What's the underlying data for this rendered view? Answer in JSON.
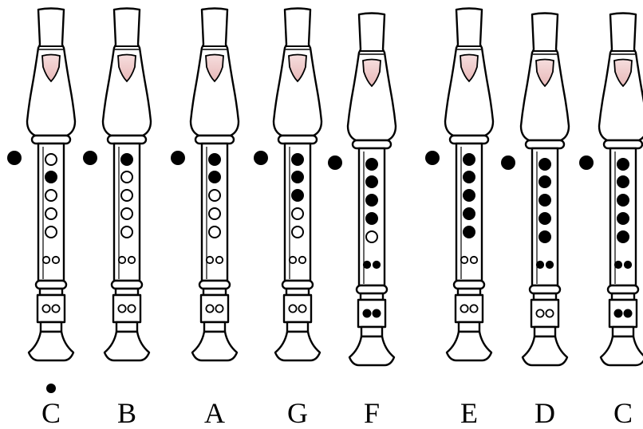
{
  "recorders": [
    {
      "note": "C",
      "high_dot": true,
      "thumb": true,
      "holes": [
        0,
        1,
        0,
        0,
        0
      ],
      "double_low": [
        0,
        0
      ],
      "bell_pair": [
        0,
        0
      ]
    },
    {
      "note": "B",
      "high_dot": false,
      "thumb": true,
      "holes": [
        1,
        0,
        0,
        0,
        0
      ],
      "double_low": [
        0,
        0
      ],
      "bell_pair": [
        0,
        0
      ]
    },
    {
      "note": "A",
      "high_dot": false,
      "thumb": true,
      "holes": [
        1,
        1,
        0,
        0,
        0
      ],
      "double_low": [
        0,
        0
      ],
      "bell_pair": [
        0,
        0
      ]
    },
    {
      "note": "G",
      "high_dot": false,
      "thumb": true,
      "holes": [
        1,
        1,
        1,
        0,
        0
      ],
      "double_low": [
        0,
        0
      ],
      "bell_pair": [
        0,
        0
      ]
    },
    {
      "note": "F",
      "high_dot": false,
      "thumb": true,
      "holes": [
        1,
        1,
        1,
        1,
        0
      ],
      "double_low": [
        1,
        1
      ],
      "bell_pair": [
        1,
        1
      ]
    },
    {
      "note": "E",
      "high_dot": false,
      "thumb": true,
      "holes": [
        1,
        1,
        1,
        1,
        1
      ],
      "double_low": [
        0,
        0
      ],
      "bell_pair": [
        0,
        0
      ]
    },
    {
      "note": "D",
      "high_dot": false,
      "thumb": true,
      "holes": [
        1,
        1,
        1,
        1,
        1
      ],
      "double_low": [
        1,
        1
      ],
      "bell_pair": [
        0,
        0
      ]
    },
    {
      "note": "C",
      "high_dot": false,
      "thumb": true,
      "holes": [
        1,
        1,
        1,
        1,
        1
      ],
      "double_low": [
        1,
        1
      ],
      "bell_pair": [
        1,
        1
      ]
    }
  ]
}
